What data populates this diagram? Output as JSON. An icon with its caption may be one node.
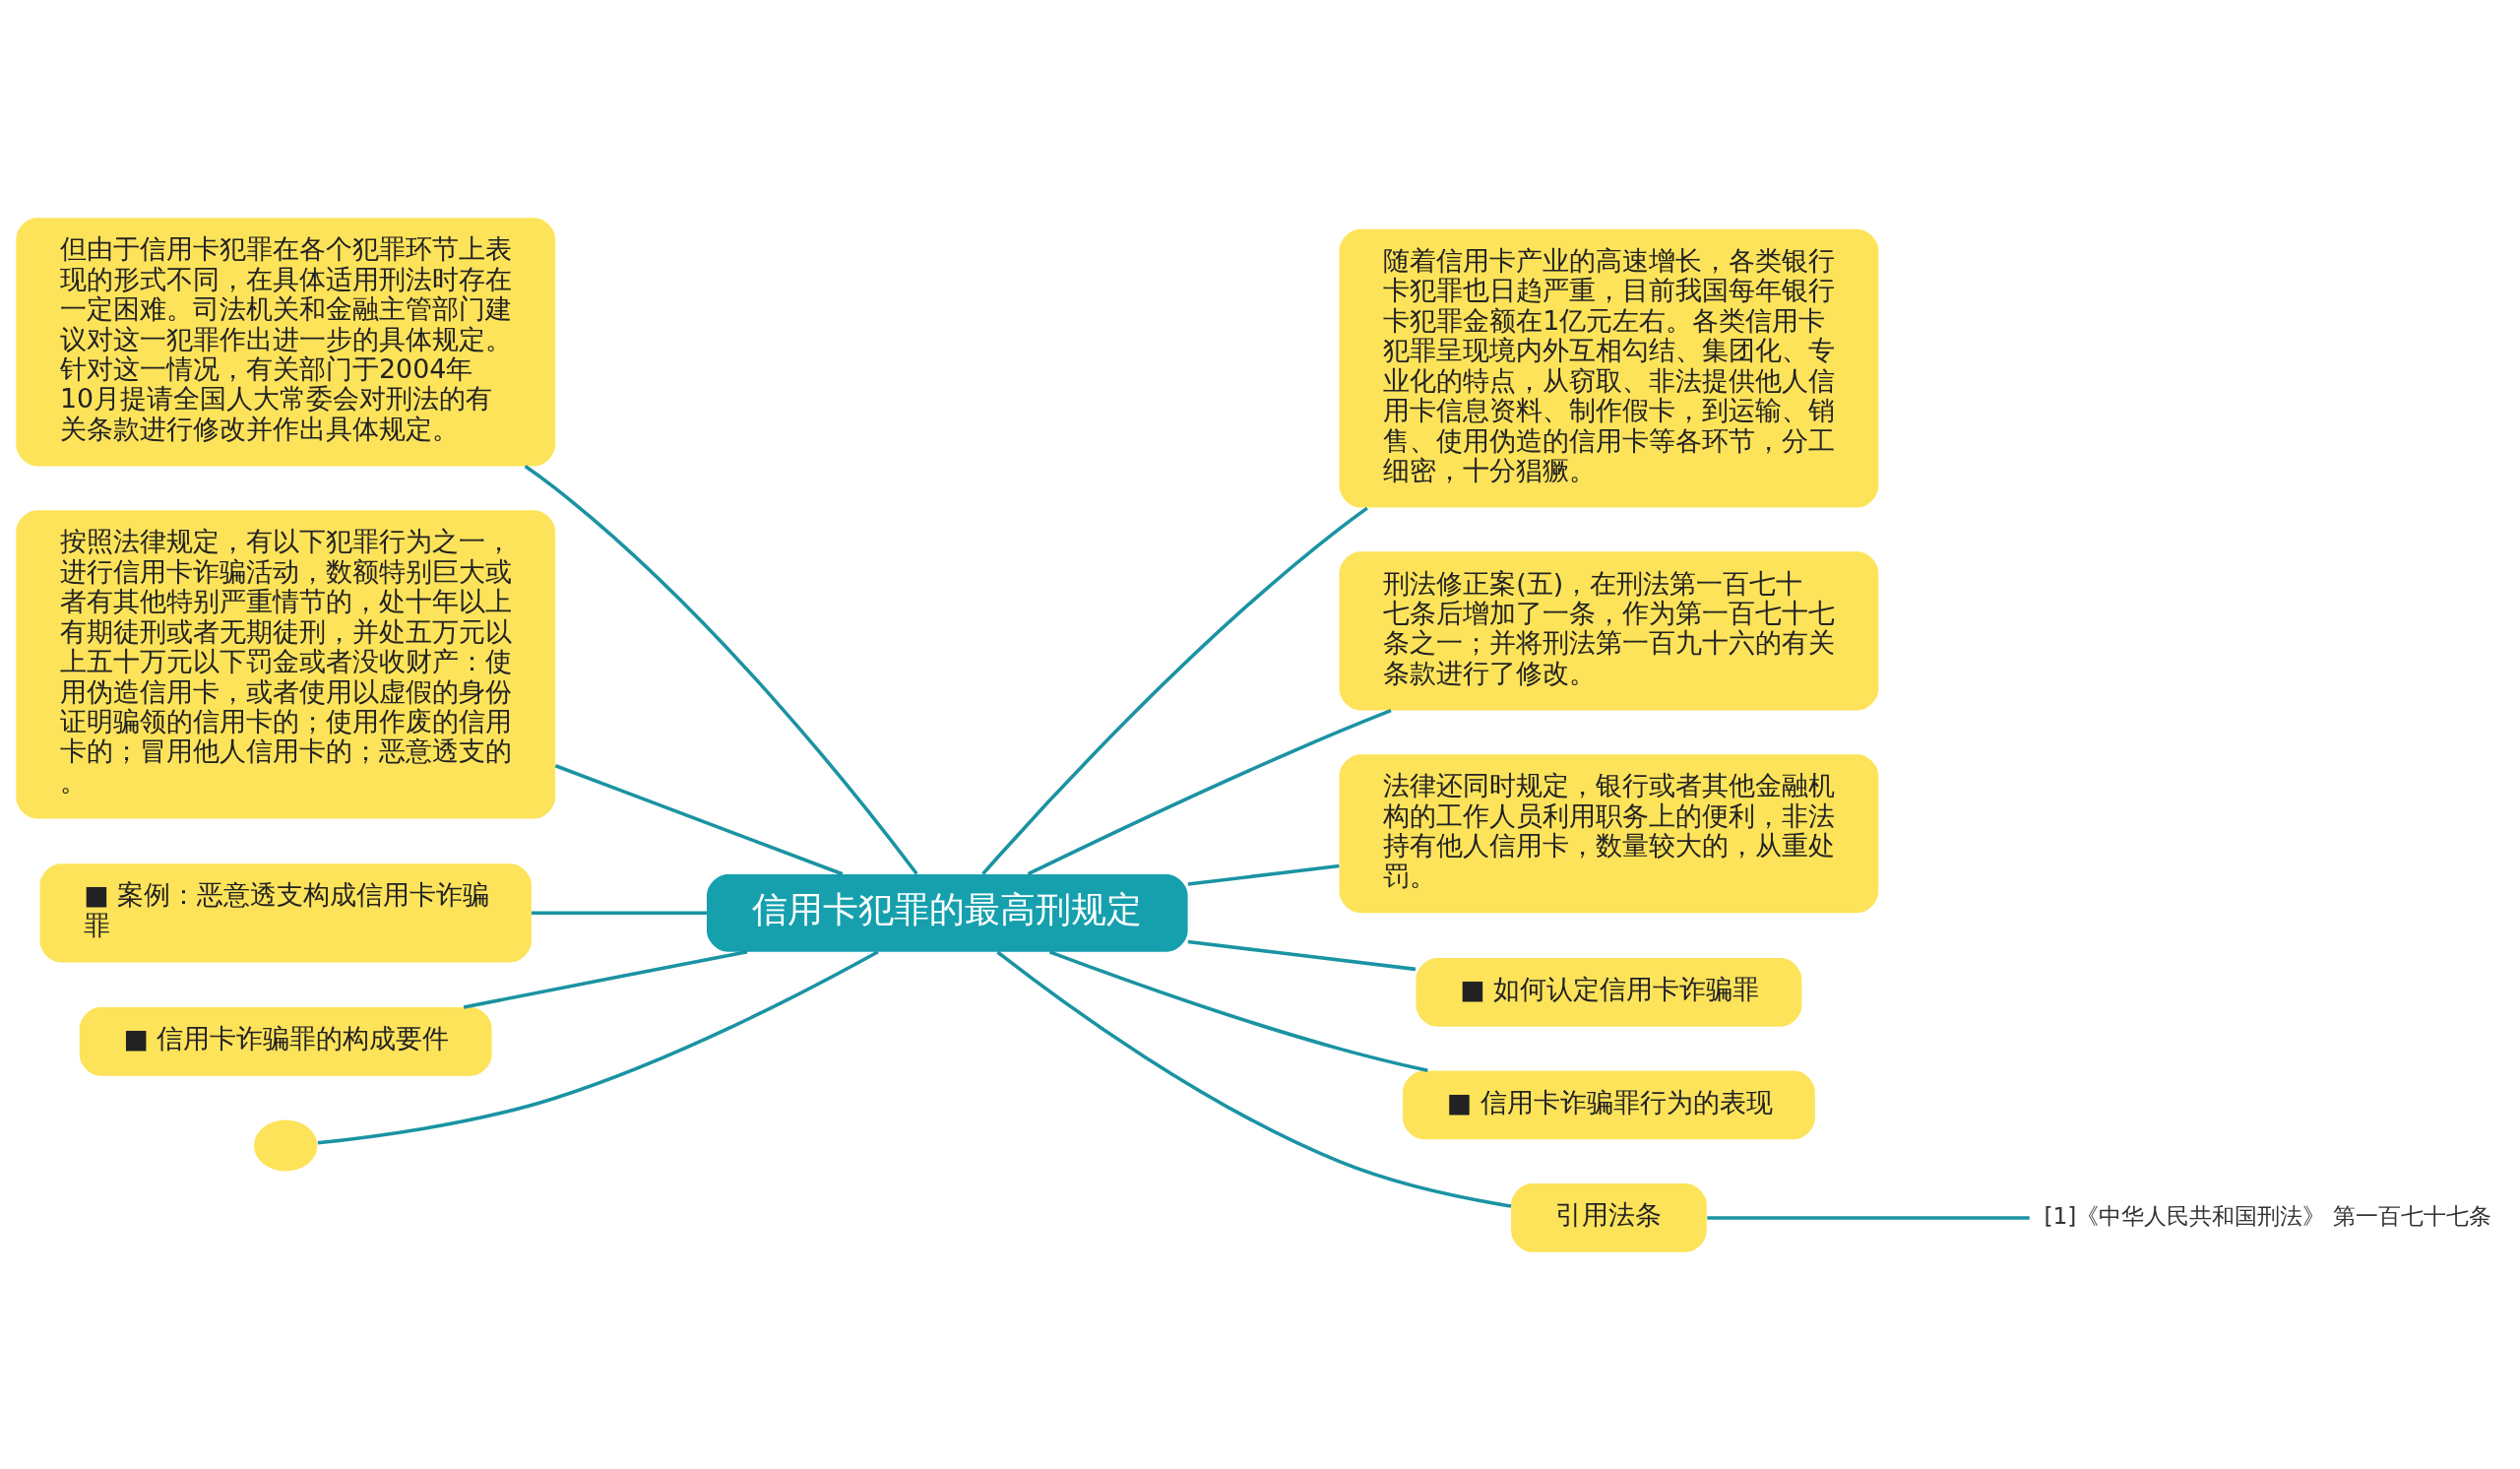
{
  "diagram": {
    "nodes": [
      {
        "text": [
          "信用卡犯罪的最高刑规定"
        ]
      },
      {
        "text": [
          "但由于信用卡犯罪在各个犯罪环节上表现的形式不同，在具体适用刑法时存在一定困难。司法机关和金融主管部门建议对这一犯罪作出进一步的具体规定。针对这一情况，有关部门于2004年10月提请全国人大常委会对刑法的有关条款进行修改并作出具体规定。"
        ]
      },
      {
        "text": [
          "按照法律规定，有以下犯罪行为之一，进行信用卡诈骗活动，数额特别巨大或者有其他特别严重情节的，处十年以上有期徒刑或者无期徒刑，并处五万元以上五十万元以下罚金或者没收财产：使用伪造信用卡，或者使用以虚假的身份证明骗领的信用卡的；使用作废的信用卡的；冒用他人信用卡的；恶意透支的。"
        ]
      },
      {
        "text": [
          "■ 案例：恶意透支构成信用卡诈骗罪"
        ]
      },
      {
        "text": [
          "■ 信用卡诈骗罪的构成要件"
        ]
      },
      {
        "text": [],
        "shape": "circle"
      },
      {
        "text": [
          "随着信用卡产业的高速增长，各类银行卡犯罪也日趋严重，目前我国每年银行卡犯罪金额在1亿元左右。各类信用卡犯罪呈现境内外互相勾结、集团化、专业化的特点，从窃取、非法提供他人信用卡信息资料、制作假卡，到运输、销售、使用伪造的信用卡等各环节，分工细密，十分猖獗。"
        ]
      },
      {
        "text": [
          "刑法修正案(五)，在刑法第一百七十七条后增加了一条，作为第一百七十七条之一；并将刑法第一百九十六的有关条款进行了修改。"
        ]
      },
      {
        "text": [
          "法律还同时规定，银行或者其他金融机构的工作人员利用职务上的便利，非法持有他人信用卡，数量较大的，从重处罚。"
        ]
      },
      {
        "text": [
          "■ 如何认定信用卡诈骗罪"
        ]
      },
      {
        "text": [
          "■ 信用卡诈骗罪行为的表现"
        ]
      },
      {
        "text": [
          "引用法条"
        ]
      },
      {
        "text": [
          "[1]《中华人民共和国刑法》 第一百七十七条"
        ]
      }
    ],
    "edges": [
      {
        "from": 0,
        "to": 1,
        "arrow": "none"
      },
      {
        "from": 0,
        "to": 2,
        "arrow": "none"
      },
      {
        "from": 0,
        "to": 3,
        "arrow": "none"
      },
      {
        "from": 0,
        "to": 4,
        "arrow": "none"
      },
      {
        "from": 0,
        "to": 5,
        "arrow": "none"
      },
      {
        "from": 0,
        "to": 6,
        "arrow": "none"
      },
      {
        "from": 0,
        "to": 7,
        "arrow": "none"
      },
      {
        "from": 0,
        "to": 8,
        "arrow": "none"
      },
      {
        "from": 0,
        "to": 9,
        "arrow": "none"
      },
      {
        "from": 0,
        "to": 10,
        "arrow": "none"
      },
      {
        "from": 0,
        "to": 11,
        "arrow": "none"
      },
      {
        "from": 11,
        "to": 12,
        "arrow": "none"
      }
    ]
  }
}
